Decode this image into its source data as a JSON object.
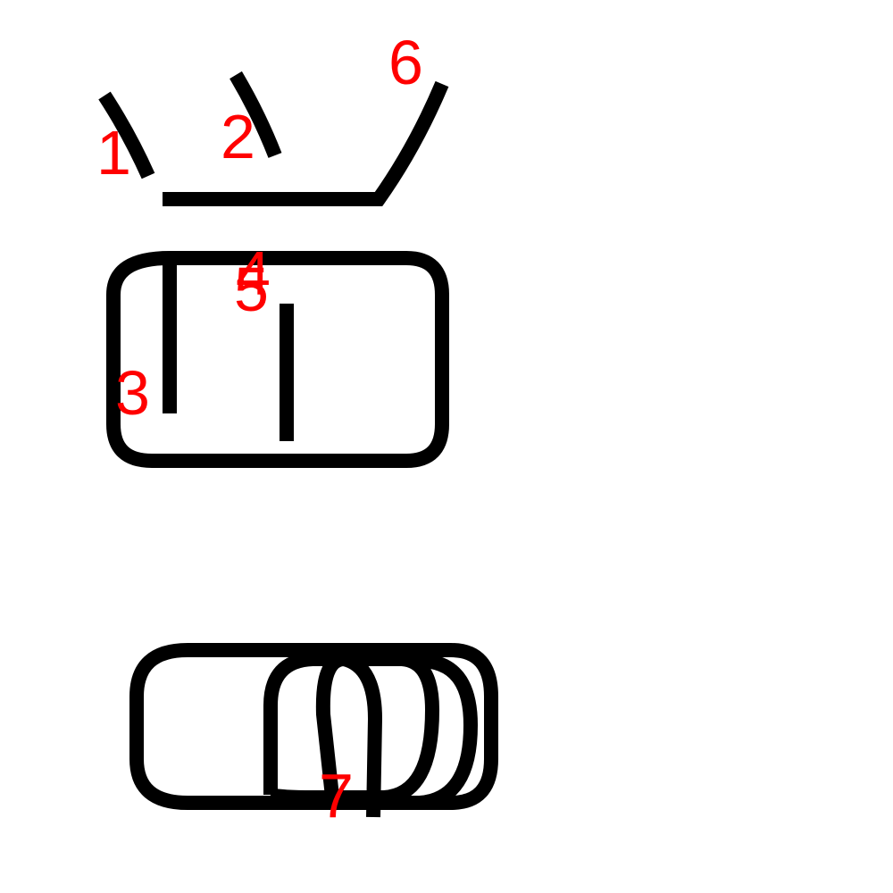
{
  "colors": {
    "stroke": "#000000",
    "label": "#ff0000",
    "background": "#ffffff"
  },
  "labels": {
    "n1": "1",
    "n2": "2",
    "n3": "3",
    "n4": "4",
    "n5": "5",
    "n6": "6",
    "n7": "7"
  }
}
